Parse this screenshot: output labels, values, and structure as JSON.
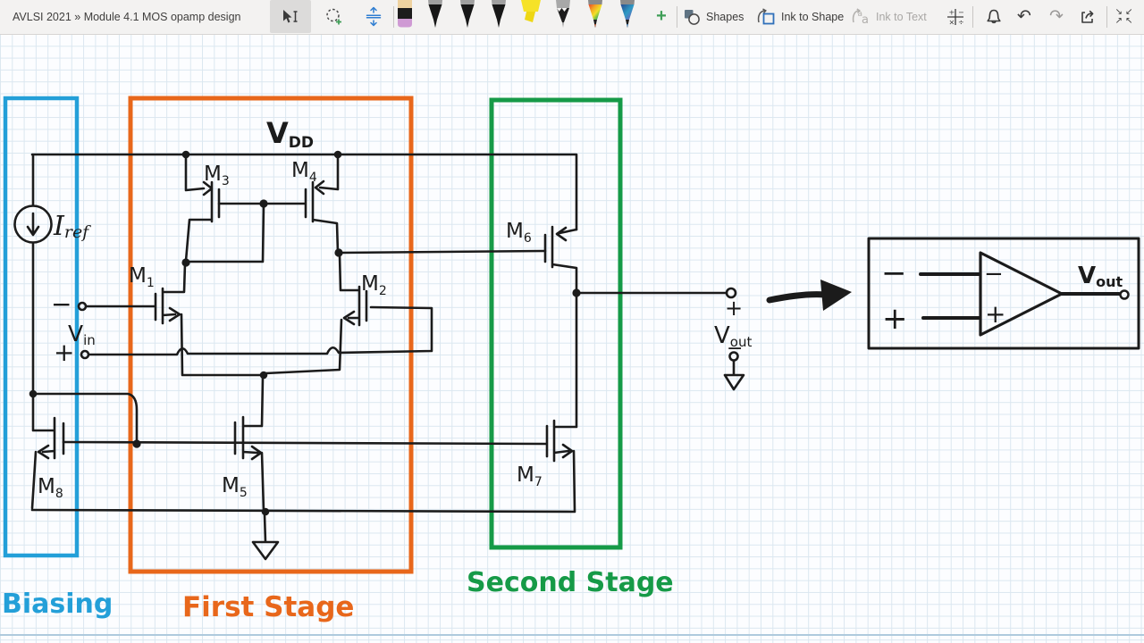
{
  "window": {
    "title": "AVLSI 2021 » Module 4.1 MOS opamp design"
  },
  "toolbar": {
    "shapes_label": "Shapes",
    "ink_to_shape_label": "Ink to Shape",
    "ink_to_text_label": "Ink to Text",
    "add_pen_label": "+",
    "undo_glyph": "↶",
    "redo_glyph": "↷",
    "math": {
      "plus": "+",
      "minus": "−",
      "times": "×",
      "divide": "÷"
    },
    "collapse": {
      "tl": "↘",
      "tr": "↙",
      "bl": "↗",
      "br": "↖"
    }
  },
  "colors": {
    "ink": "#1b1b1b",
    "biasing": "#239fd8",
    "first_stage": "#e8671b",
    "second_stage": "#169a47",
    "highlighter": "#f5e227",
    "add_pen_green": "#3f9e57"
  },
  "schematic": {
    "vdd": {
      "base": "V",
      "sub": "DD"
    },
    "iref": {
      "base": "I",
      "sub": "ref"
    },
    "transistors": [
      {
        "base": "M",
        "sub": "1"
      },
      {
        "base": "M",
        "sub": "2"
      },
      {
        "base": "M",
        "sub": "3"
      },
      {
        "base": "M",
        "sub": "4"
      },
      {
        "base": "M",
        "sub": "5"
      },
      {
        "base": "M",
        "sub": "6"
      },
      {
        "base": "M",
        "sub": "7"
      },
      {
        "base": "M",
        "sub": "8"
      }
    ],
    "vin": {
      "minus": "−",
      "plus": "+",
      "base": "V",
      "sub": "in"
    },
    "vout": {
      "plus": "+",
      "minus": "−",
      "base": "V",
      "sub": "out"
    },
    "regions": [
      {
        "label": "Biasing"
      },
      {
        "label": "First Stage"
      },
      {
        "label": "Second Stage"
      }
    ],
    "opamp": {
      "minus_in": "−",
      "plus_in": "+",
      "tri_minus": "−",
      "tri_plus": "+",
      "vout": {
        "base": "V",
        "sub": "out"
      }
    }
  }
}
